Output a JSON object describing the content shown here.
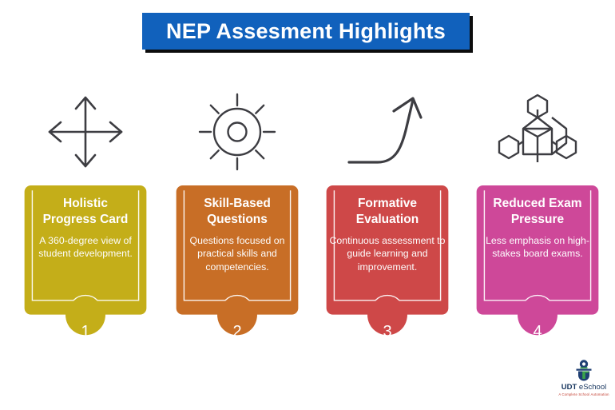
{
  "header": {
    "title": "NEP Assesment Highlights",
    "banner_color": "#1161bc",
    "shadow_color": "#0c0c0c",
    "title_color": "#ffffff"
  },
  "icons": [
    {
      "name": "four-direction-arrows-icon",
      "stroke": "#3d3d42"
    },
    {
      "name": "sun-rays-icon",
      "stroke": "#3d3d42"
    },
    {
      "name": "growth-arrow-icon",
      "stroke": "#3d3d42"
    },
    {
      "name": "molecule-cube-icon",
      "stroke": "#3d3d42"
    }
  ],
  "cards": [
    {
      "number": "1",
      "title": "Holistic\nProgress Card",
      "description": "A 360-degree view of student development.",
      "color": "#c4ae19"
    },
    {
      "number": "2",
      "title": "Skill-Based\nQuestions",
      "description": "Questions focused on practical skills and competencies.",
      "color": "#c86e26"
    },
    {
      "number": "3",
      "title": "Formative\nEvaluation",
      "description": "Continuous assessment to guide learning and improvement.",
      "color": "#ce4848"
    },
    {
      "number": "4",
      "title": "Reduced Exam\nPressure",
      "description": "Less emphasis on high-stakes board exams.",
      "color": "#ce4899"
    }
  ],
  "logo": {
    "name_bold": "UDT",
    "name_rest": " eSchool",
    "tagline": "A Complete School Automation",
    "mark_name": "udt-eschool-logo-icon",
    "name_color": "#16355e",
    "tagline_color": "#c0392b"
  }
}
